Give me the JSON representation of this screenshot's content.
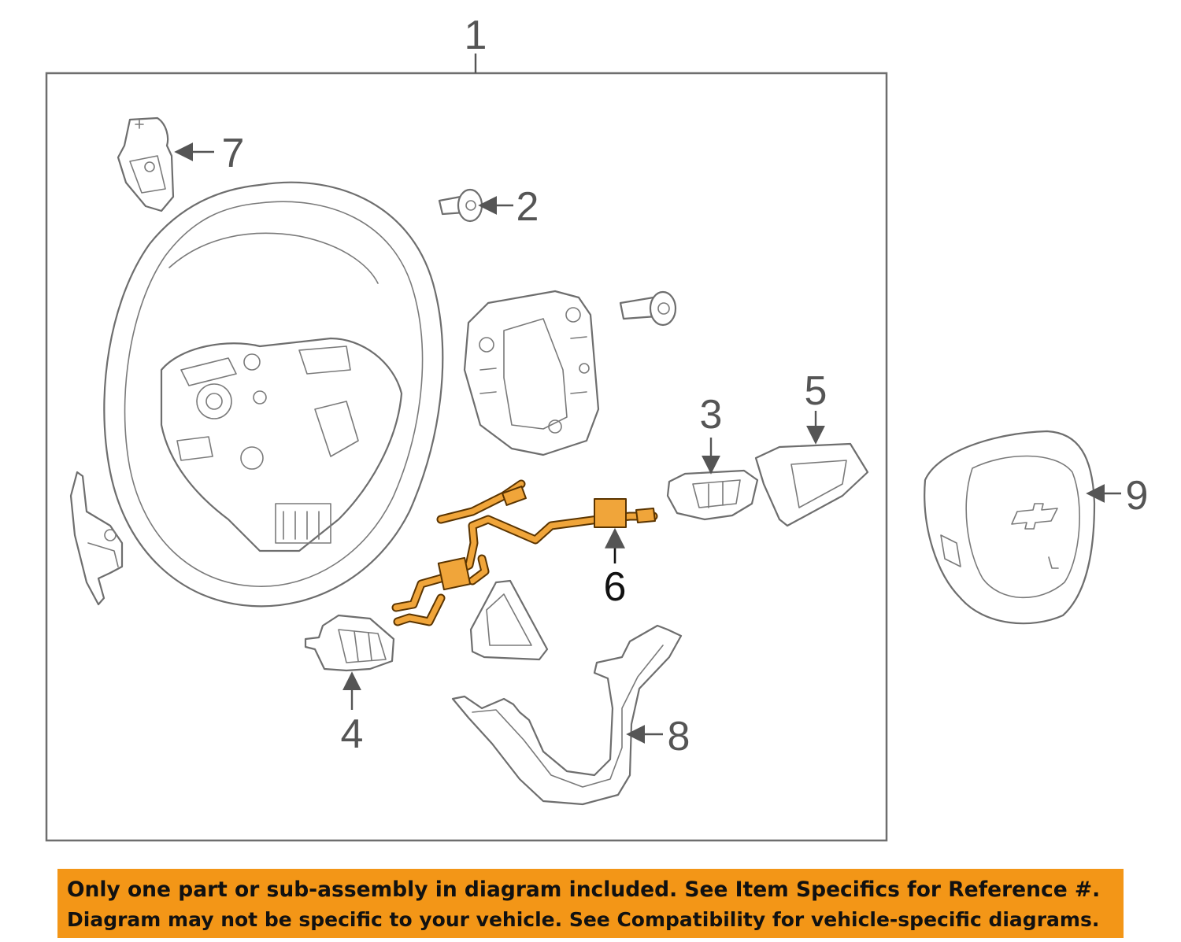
{
  "callouts": {
    "c1": "1",
    "c2": "2",
    "c3": "3",
    "c4": "4",
    "c5": "5",
    "c6": "6",
    "c7": "7",
    "c8": "8",
    "c9": "9"
  },
  "highlighted_part": "6",
  "colors": {
    "highlight": "#f0a53a",
    "banner": "#f39617",
    "line": "#6e6e6e"
  },
  "notice": {
    "line1": "Only one part or sub-assembly in diagram included. See Item Specifics for Reference #.",
    "line2": "Diagram may not be specific to your vehicle. See Compatibility for vehicle-specific diagrams."
  }
}
